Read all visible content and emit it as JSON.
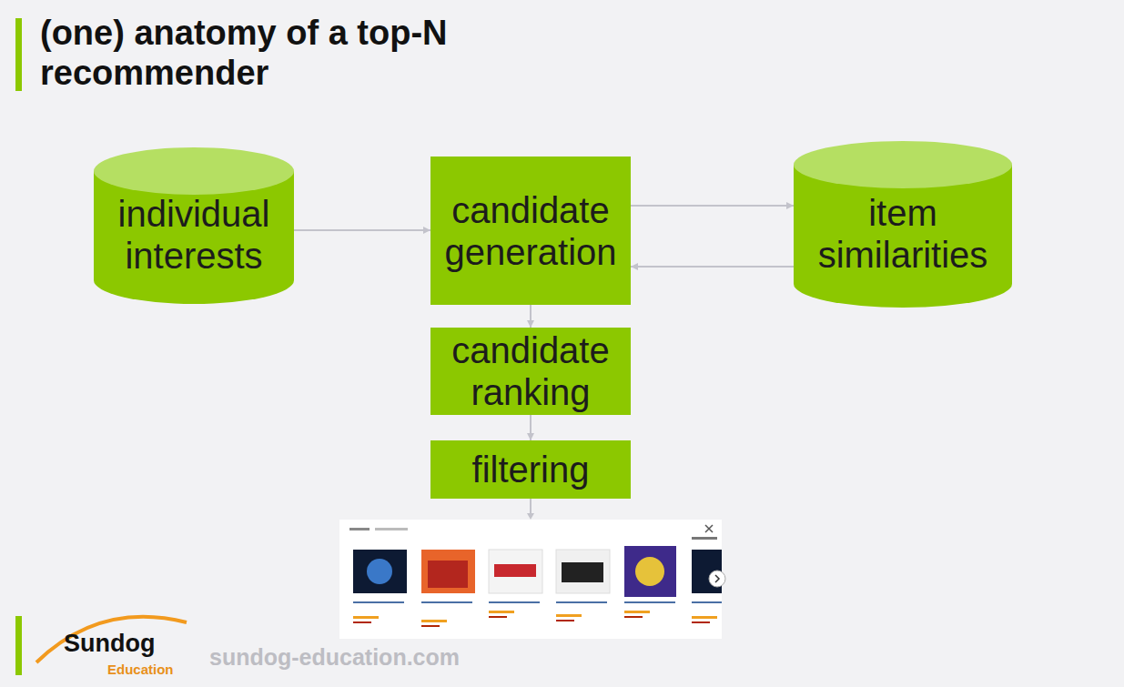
{
  "diagram": {
    "title": "(one) anatomy of a top-N recommender",
    "nodes": [
      {
        "text": [
          "individual interests"
        ]
      },
      {
        "text": [
          "candidate generation"
        ]
      },
      {
        "text": [
          "item similarities"
        ]
      },
      {
        "text": [
          "candidate ranking"
        ]
      },
      {
        "text": [
          "filtering"
        ]
      }
    ],
    "edges": [
      {
        "from": 0,
        "to": 1,
        "arrow": "to"
      },
      {
        "from": 1,
        "to": 2,
        "arrow": "to"
      },
      {
        "from": 2,
        "to": 1,
        "arrow": "to"
      },
      {
        "from": 1,
        "to": 3,
        "arrow": "to"
      },
      {
        "from": 3,
        "to": 4,
        "arrow": "to"
      }
    ],
    "labels": [
      "Sundog",
      "Education",
      "sundog-education.com"
    ]
  }
}
